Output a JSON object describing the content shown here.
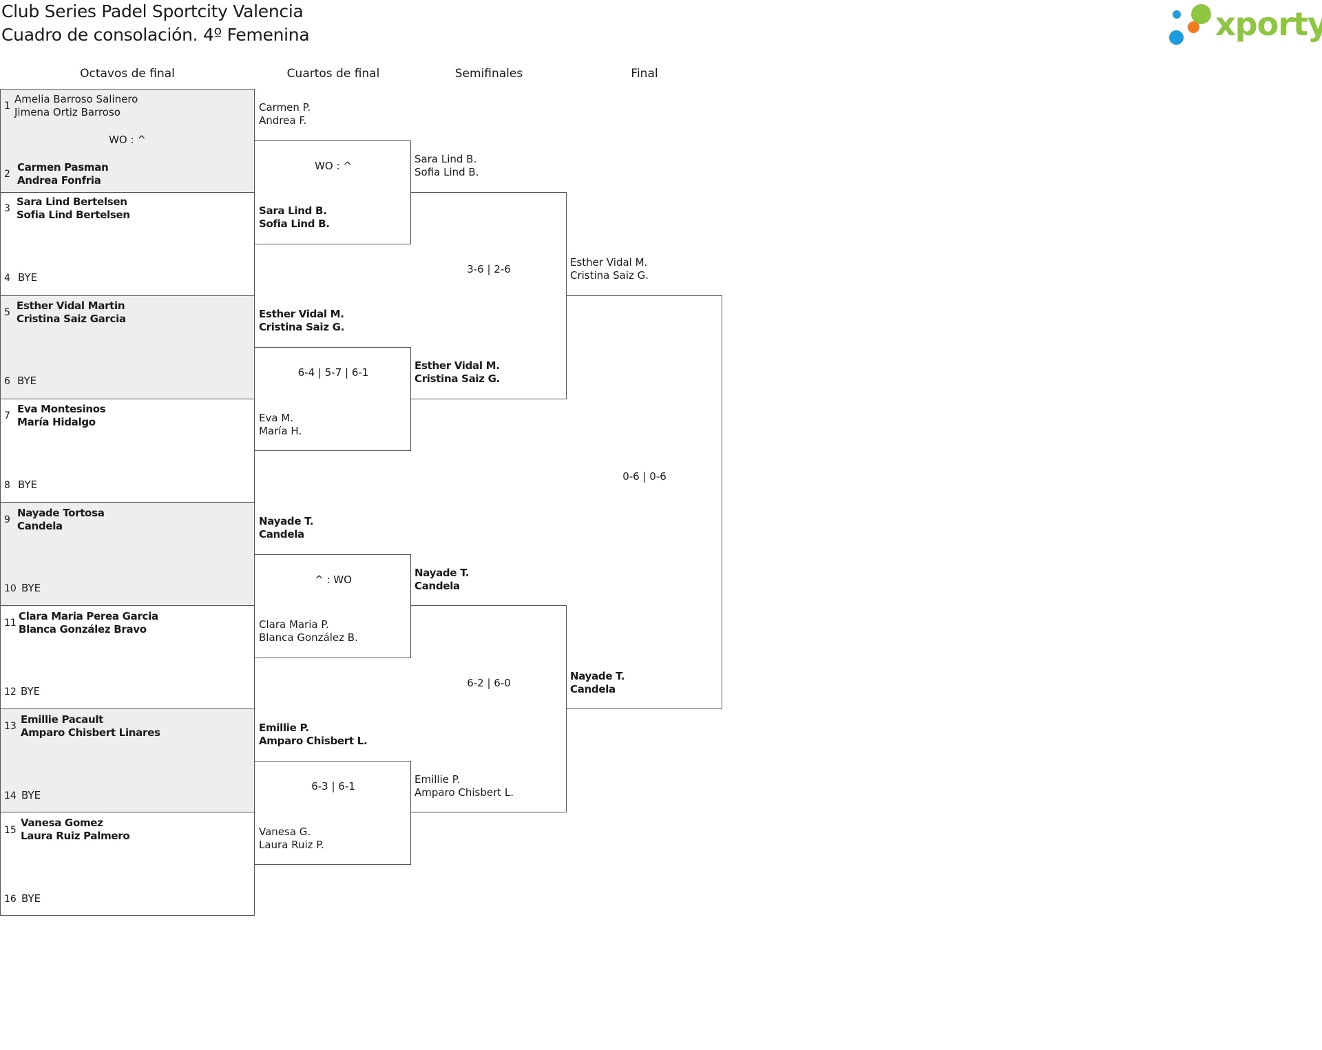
{
  "title": {
    "line1": "Club Series Padel Sportcity Valencia",
    "line2": "Cuadro de consolación. 4º Femenina"
  },
  "logo": {
    "text": "xporty",
    "text_color": "#8dc63f",
    "dot_colors": [
      "#1e9ce0",
      "#8dc63f",
      "#f07c1a"
    ]
  },
  "rounds": [
    "Octavos de final",
    "Cuartos de final",
    "Semifinales",
    "Final"
  ],
  "r16": {
    "seeds": [
      "1",
      "2",
      "3",
      "4",
      "5",
      "6",
      "7",
      "8",
      "9",
      "10",
      "11",
      "12",
      "13",
      "14",
      "15",
      "16"
    ],
    "teams": [
      [
        "Amelia Barroso Salinero",
        "Jimena Ortiz Barroso"
      ],
      [
        "Carmen Pasman",
        "Andrea Fonfria"
      ],
      [
        "Sara Lind Bertelsen",
        "Sofia Lind Bertelsen"
      ],
      [
        "BYE"
      ],
      [
        "Esther Vidal Martin",
        "Cristina Saiz Garcia"
      ],
      [
        "BYE"
      ],
      [
        "Eva Montesinos",
        "María Hidalgo"
      ],
      [
        "BYE"
      ],
      [
        "Nayade Tortosa",
        "Candela"
      ],
      [
        "BYE"
      ],
      [
        "Clara Maria Perea Garcia",
        "Blanca González Bravo"
      ],
      [
        "BYE"
      ],
      [
        "Emillie Pacault",
        "Amparo Chisbert Linares"
      ],
      [
        "BYE"
      ],
      [
        "Vanesa Gomez",
        "Laura Ruiz Palmero"
      ],
      [
        "BYE"
      ]
    ],
    "scores": [
      "WO : ^"
    ]
  },
  "qf": {
    "teams": [
      [
        "Carmen P.",
        "Andrea F."
      ],
      [
        "Sara Lind B.",
        "Sofia Lind B."
      ],
      [
        "Esther Vidal M.",
        "Cristina Saiz G."
      ],
      [
        "Eva M.",
        "María H."
      ],
      [
        "Nayade T.",
        "Candela"
      ],
      [
        "Clara Maria P.",
        "Blanca González B."
      ],
      [
        "Emillie P.",
        "Amparo Chisbert L."
      ],
      [
        "Vanesa G.",
        "Laura Ruiz P."
      ]
    ],
    "scores": [
      "WO : ^",
      "6-4 | 5-7 | 6-1",
      "^ : WO",
      "6-3 | 6-1"
    ]
  },
  "sf": {
    "teams": [
      [
        "Sara Lind B.",
        "Sofia Lind B."
      ],
      [
        "Esther Vidal M.",
        "Cristina Saiz G."
      ],
      [
        "Nayade T.",
        "Candela"
      ],
      [
        "Emillie P.",
        "Amparo Chisbert L."
      ]
    ],
    "scores": [
      "3-6 | 2-6",
      "6-2 | 6-0"
    ]
  },
  "final": {
    "teams": [
      [
        "Esther Vidal M.",
        "Cristina Saiz G."
      ],
      [
        "Nayade T.",
        "Candela"
      ]
    ],
    "score": "0-6 | 0-6"
  }
}
